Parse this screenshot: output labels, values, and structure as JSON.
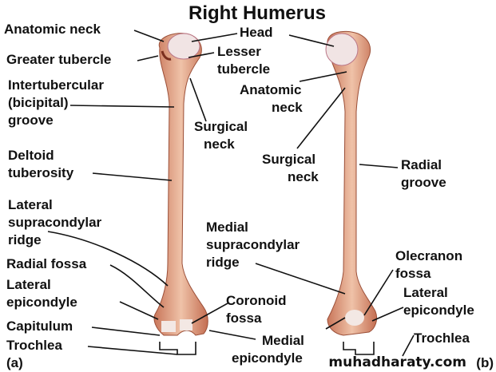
{
  "title": "Right Humerus",
  "panel_a": {
    "tag": "(a)",
    "labels": {
      "anatomic_neck": "Anatomic neck",
      "greater_tubercle": "Greater tubercle",
      "intertubercular": [
        "Intertubercular",
        "(bicipital)",
        "groove"
      ],
      "deltoid": [
        "Deltoid",
        "tuberosity"
      ],
      "lateral_supracondylar": [
        "Lateral",
        "supracondylar",
        "ridge"
      ],
      "radial_fossa": "Radial fossa",
      "lateral_epicondyle": [
        "Lateral",
        "epicondyle"
      ],
      "capitulum": "Capitulum",
      "trochlea": "Trochlea",
      "head": "Head",
      "lesser_tubercle": [
        "Lesser",
        "tubercle"
      ],
      "surgical_neck": [
        "Surgical",
        "neck"
      ],
      "coronoid_fossa": [
        "Coronoid",
        "fossa"
      ],
      "medial_epicondyle": [
        "Medial",
        "epicondyle"
      ]
    }
  },
  "panel_b": {
    "tag": "(b)",
    "labels": {
      "anatomic_neck": [
        "Anatomic",
        "neck"
      ],
      "surgical_neck": [
        "Surgical",
        "neck"
      ],
      "radial_groove": [
        "Radial",
        "groove"
      ],
      "medial_supracondylar": [
        "Medial",
        "supracondylar",
        "ridge"
      ],
      "olecranon_fossa": [
        "Olecranon",
        "fossa"
      ],
      "lateral_epicondyle": [
        "Lateral",
        "epicondyle"
      ],
      "trochlea": "Trochlea"
    }
  },
  "watermark": "muhadharaty.com",
  "colors": {
    "bone": "#e3a98c",
    "bone_dark": "#b5634a",
    "head": "#f1e4e4"
  }
}
